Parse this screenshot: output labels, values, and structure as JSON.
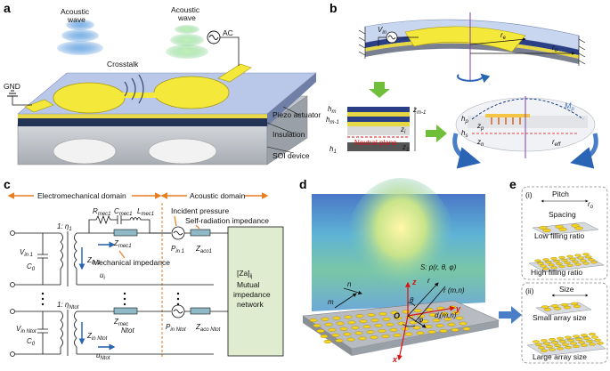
{
  "panel_a": {
    "letter": "a",
    "labels": {
      "acoustic_wave_left": "Acoustic\nwave",
      "acoustic_wave_right": "Acoustic\nwave",
      "crosstalk": "Crosstalk",
      "ac": "AC",
      "gnd": "GND",
      "piezo_actuator": "Piezo actuator",
      "insulation": "Insulation",
      "soi_device": "SOI device"
    }
  },
  "panel_b": {
    "letter": "b",
    "labels": {
      "vin": "V",
      "vin_sub": "in",
      "re": "r",
      "re_sub": "e",
      "ro": "r",
      "ro_sub": "o",
      "hm": "h",
      "hm_sub": "m",
      "hm1": "h",
      "hm1_sub": "m-1",
      "h1": "h",
      "h1_sub": "1",
      "zm1": "z",
      "zm1_sub": "m-1",
      "zi": "z",
      "zi_sub": "i",
      "z1": "z",
      "z1_sub": "1",
      "neutral_plane": "Neutral plane",
      "mp": "M",
      "mp_sub": "p",
      "hp": "h",
      "hp_sub": "p",
      "hs": "h",
      "hs_sub": "s",
      "zp": "z",
      "zp_sub": "p",
      "zn": "z",
      "zn_sub": "n",
      "reff": "r",
      "reff_sub": "eff"
    }
  },
  "panel_c": {
    "letter": "c",
    "electromechanical_domain": "Electromechanical domain",
    "acoustic_domain": "Acoustic domain",
    "labels": {
      "rmec1": "R",
      "rmec1_sub": "mec1",
      "cmec1": "C",
      "cmec1_sub": "mec1",
      "lmec1": "L",
      "lmec1_sub": "mec1",
      "incident_pressure": "Incident pressure",
      "self_radiation": "Self-radiation impedance",
      "eta1": "1: η",
      "eta1_sub": "1",
      "zmec1": "Z",
      "zmec1_sub": "mec1",
      "mechanical_impedance": "Mechanical impedance",
      "pin1": "P",
      "pin1_sub": "in 1",
      "zaco1": "Z",
      "zaco1_sub": "aco1",
      "vin1": "V",
      "vin1_sub": "in 1",
      "c0_top": "C",
      "c0_top_sub": "0",
      "zin1": "Z",
      "zin1_sub": "in 1",
      "u1": "u",
      "u1_sub": "i",
      "za": "[Za]",
      "za_sub": "ij",
      "mutual": "Mutual",
      "impedance": "impedance",
      "network": "network",
      "etaN": "1: η",
      "etaN_sub": "Ntot",
      "zmecN": "Z",
      "zmecN_sub": "mec",
      "zmecN_sub2": "Ntot",
      "pinN": "P",
      "pinN_sub": "in Ntot",
      "zacoN": "Z",
      "zacoN_sub": "aco Ntot",
      "vinN": "V",
      "vinN_sub": "in Ntot",
      "c0_bot": "C",
      "c0_bot_sub": "0",
      "zinN": "Z",
      "zinN_sub": "in Ntot",
      "uN": "u",
      "uN_sub": "Ntot"
    }
  },
  "panel_d": {
    "letter": "d",
    "labels": {
      "z": "z",
      "s_eq": "S: p(r, θ, φ)",
      "r_vec": "r",
      "r_mn": "r (m,n)",
      "theta": "θ",
      "phi": "φ",
      "o": "O",
      "d_mn": "d",
      "d_mn_sub": "i",
      "d_mn_tail": "(m,n)",
      "m": "m",
      "n": "n",
      "x": "x",
      "y": "y"
    }
  },
  "panel_e": {
    "letter": "e",
    "labels": {
      "i": "(i)",
      "pitch": "Pitch",
      "spacing": "Spacing",
      "ro": "r",
      "ro_sub": "o",
      "low_filling": "Low filling ratio",
      "high_filling": "High filling ratio",
      "ii": "(ii)",
      "size": "Size",
      "small_array": "Small array size",
      "large_array": "Large array size"
    }
  }
}
